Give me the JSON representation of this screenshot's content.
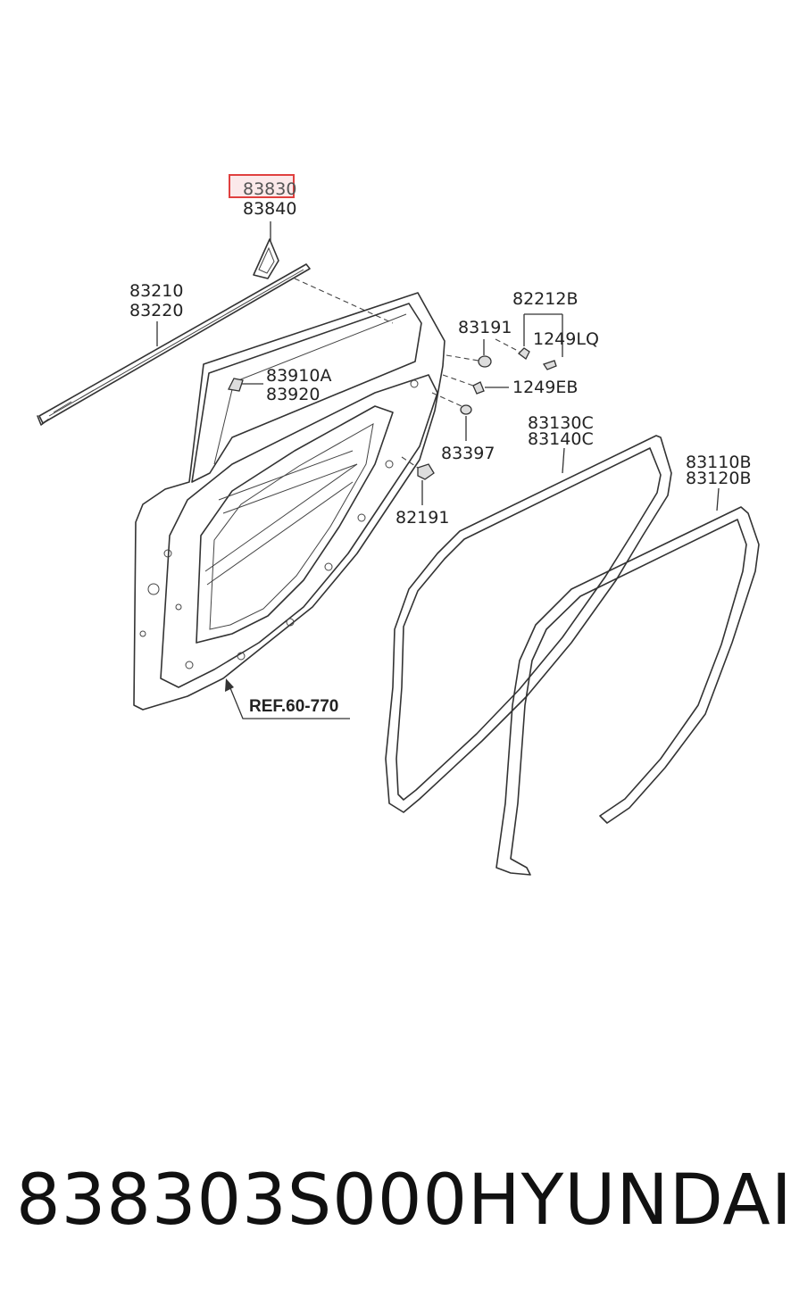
{
  "highlight": {
    "part": "83830",
    "color": "#e0403f"
  },
  "labels": {
    "p83830": "83830",
    "p83840": "83840",
    "p83210": "83210",
    "p83220": "83220",
    "p83910A": "83910A",
    "p83920": "83920",
    "p82212B": "82212B",
    "p83191": "83191",
    "p1249LQ": "1249LQ",
    "p1249EB": "1249EB",
    "p83397": "83397",
    "p82191": "82191",
    "p83130C": "83130C",
    "p83140C": "83140C",
    "p83110B": "83110B",
    "p83120B": "83120B",
    "ref": "REF.60-770"
  },
  "footer": {
    "part_number": "838303S000",
    "brand": "HYUNDAI"
  }
}
